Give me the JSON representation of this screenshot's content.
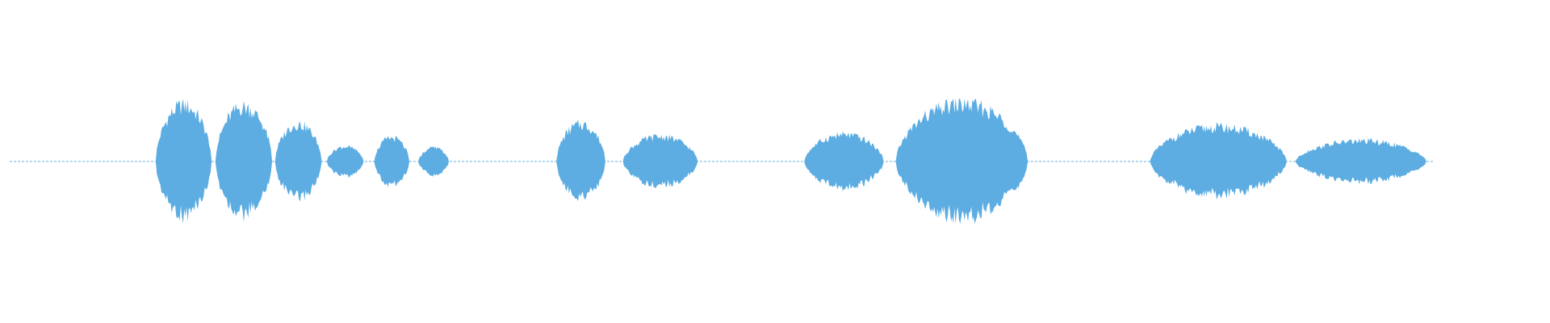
{
  "waveform": {
    "color": "#5DADE2",
    "background": "#FFFFFF",
    "segments": [
      {
        "start": 0.1005,
        "end": 0.1365,
        "amplitude": 0.9
      },
      {
        "start": 0.139,
        "end": 0.1755,
        "amplitude": 0.88
      },
      {
        "start": 0.1775,
        "end": 0.2075,
        "amplitude": 0.6
      },
      {
        "start": 0.211,
        "end": 0.2345,
        "amplitude": 0.24
      },
      {
        "start": 0.2415,
        "end": 0.264,
        "amplitude": 0.38
      },
      {
        "start": 0.27,
        "end": 0.2895,
        "amplitude": 0.22
      },
      {
        "start": 0.359,
        "end": 0.3905,
        "amplitude": 0.6
      },
      {
        "start": 0.402,
        "end": 0.45,
        "amplitude": 0.4
      },
      {
        "start": 0.519,
        "end": 0.57,
        "amplitude": 0.43
      },
      {
        "start": 0.578,
        "end": 0.663,
        "amplitude": 0.92
      },
      {
        "start": 0.742,
        "end": 0.83,
        "amplitude": 0.55
      },
      {
        "start": 0.836,
        "end": 0.92,
        "amplitude": 0.33
      }
    ]
  }
}
